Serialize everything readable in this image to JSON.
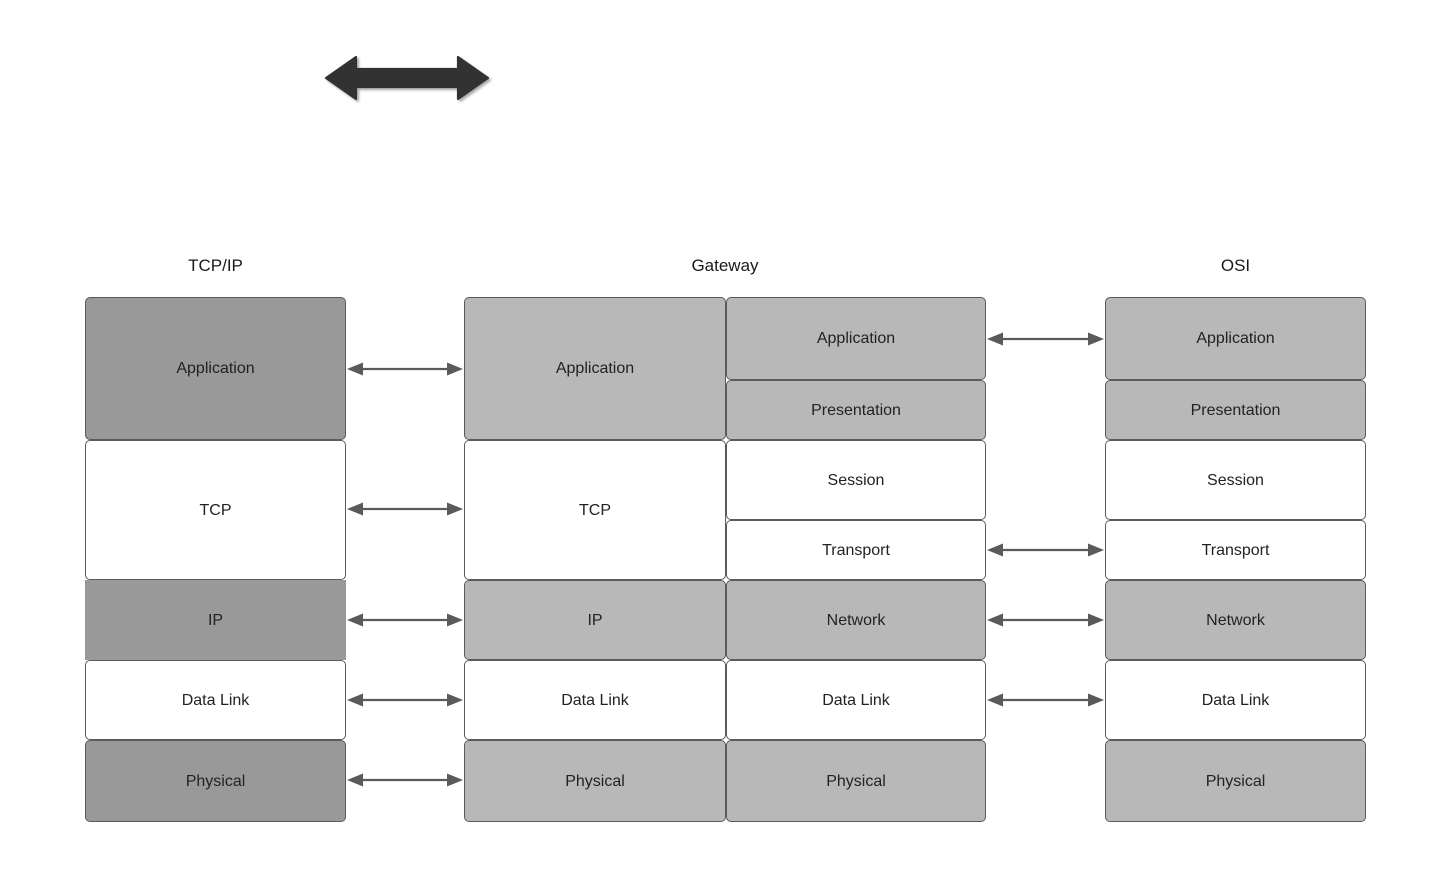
{
  "diagram": {
    "title_row": {
      "tcpip": "TCP/IP",
      "gateway": "Gateway",
      "osi": "OSI"
    },
    "colors": {
      "stroke": "#5a5a5a",
      "fill_dark_grey": "#999999",
      "fill_mid_grey": "#b8b8b8",
      "fill_white": "#ffffff",
      "text": "#222222",
      "big_arrow": "#333333"
    },
    "columns": {
      "tcpip": {
        "label": "TCP/IP",
        "layers": [
          {
            "name": "Application",
            "fill": "dark"
          },
          {
            "name": "TCP",
            "fill": "white"
          },
          {
            "name": "IP",
            "fill": "dark"
          },
          {
            "name": "Data Link",
            "fill": "white"
          },
          {
            "name": "Physical",
            "fill": "dark"
          }
        ]
      },
      "gateway": {
        "label": "Gateway",
        "left_stack": [
          {
            "name": "Application",
            "fill": "mid"
          },
          {
            "name": "TCP",
            "fill": "white"
          },
          {
            "name": "IP",
            "fill": "mid"
          },
          {
            "name": "Data Link",
            "fill": "white"
          },
          {
            "name": "Physical",
            "fill": "mid"
          }
        ],
        "right_stack": [
          {
            "name": "Application",
            "fill": "mid"
          },
          {
            "name": "Presentation",
            "fill": "mid"
          },
          {
            "name": "Session",
            "fill": "white"
          },
          {
            "name": "Transport",
            "fill": "white"
          },
          {
            "name": "Network",
            "fill": "mid"
          },
          {
            "name": "Data Link",
            "fill": "white"
          },
          {
            "name": "Physical",
            "fill": "mid"
          }
        ]
      },
      "osi": {
        "label": "OSI",
        "layers": [
          {
            "name": "Application",
            "fill": "mid"
          },
          {
            "name": "Presentation",
            "fill": "mid"
          },
          {
            "name": "Session",
            "fill": "white"
          },
          {
            "name": "Transport",
            "fill": "white"
          },
          {
            "name": "Network",
            "fill": "mid"
          },
          {
            "name": "Data Link",
            "fill": "white"
          },
          {
            "name": "Physical",
            "fill": "mid"
          }
        ]
      }
    },
    "connectors": {
      "left_gap": [
        "Application",
        "TCP",
        "IP",
        "Data Link",
        "Physical"
      ],
      "right_gap": [
        "Application",
        "Transport",
        "Network",
        "Data Link"
      ]
    },
    "top_arrow": {
      "icon": "double-headed-arrow-icon",
      "direction": "bidirectional"
    }
  }
}
